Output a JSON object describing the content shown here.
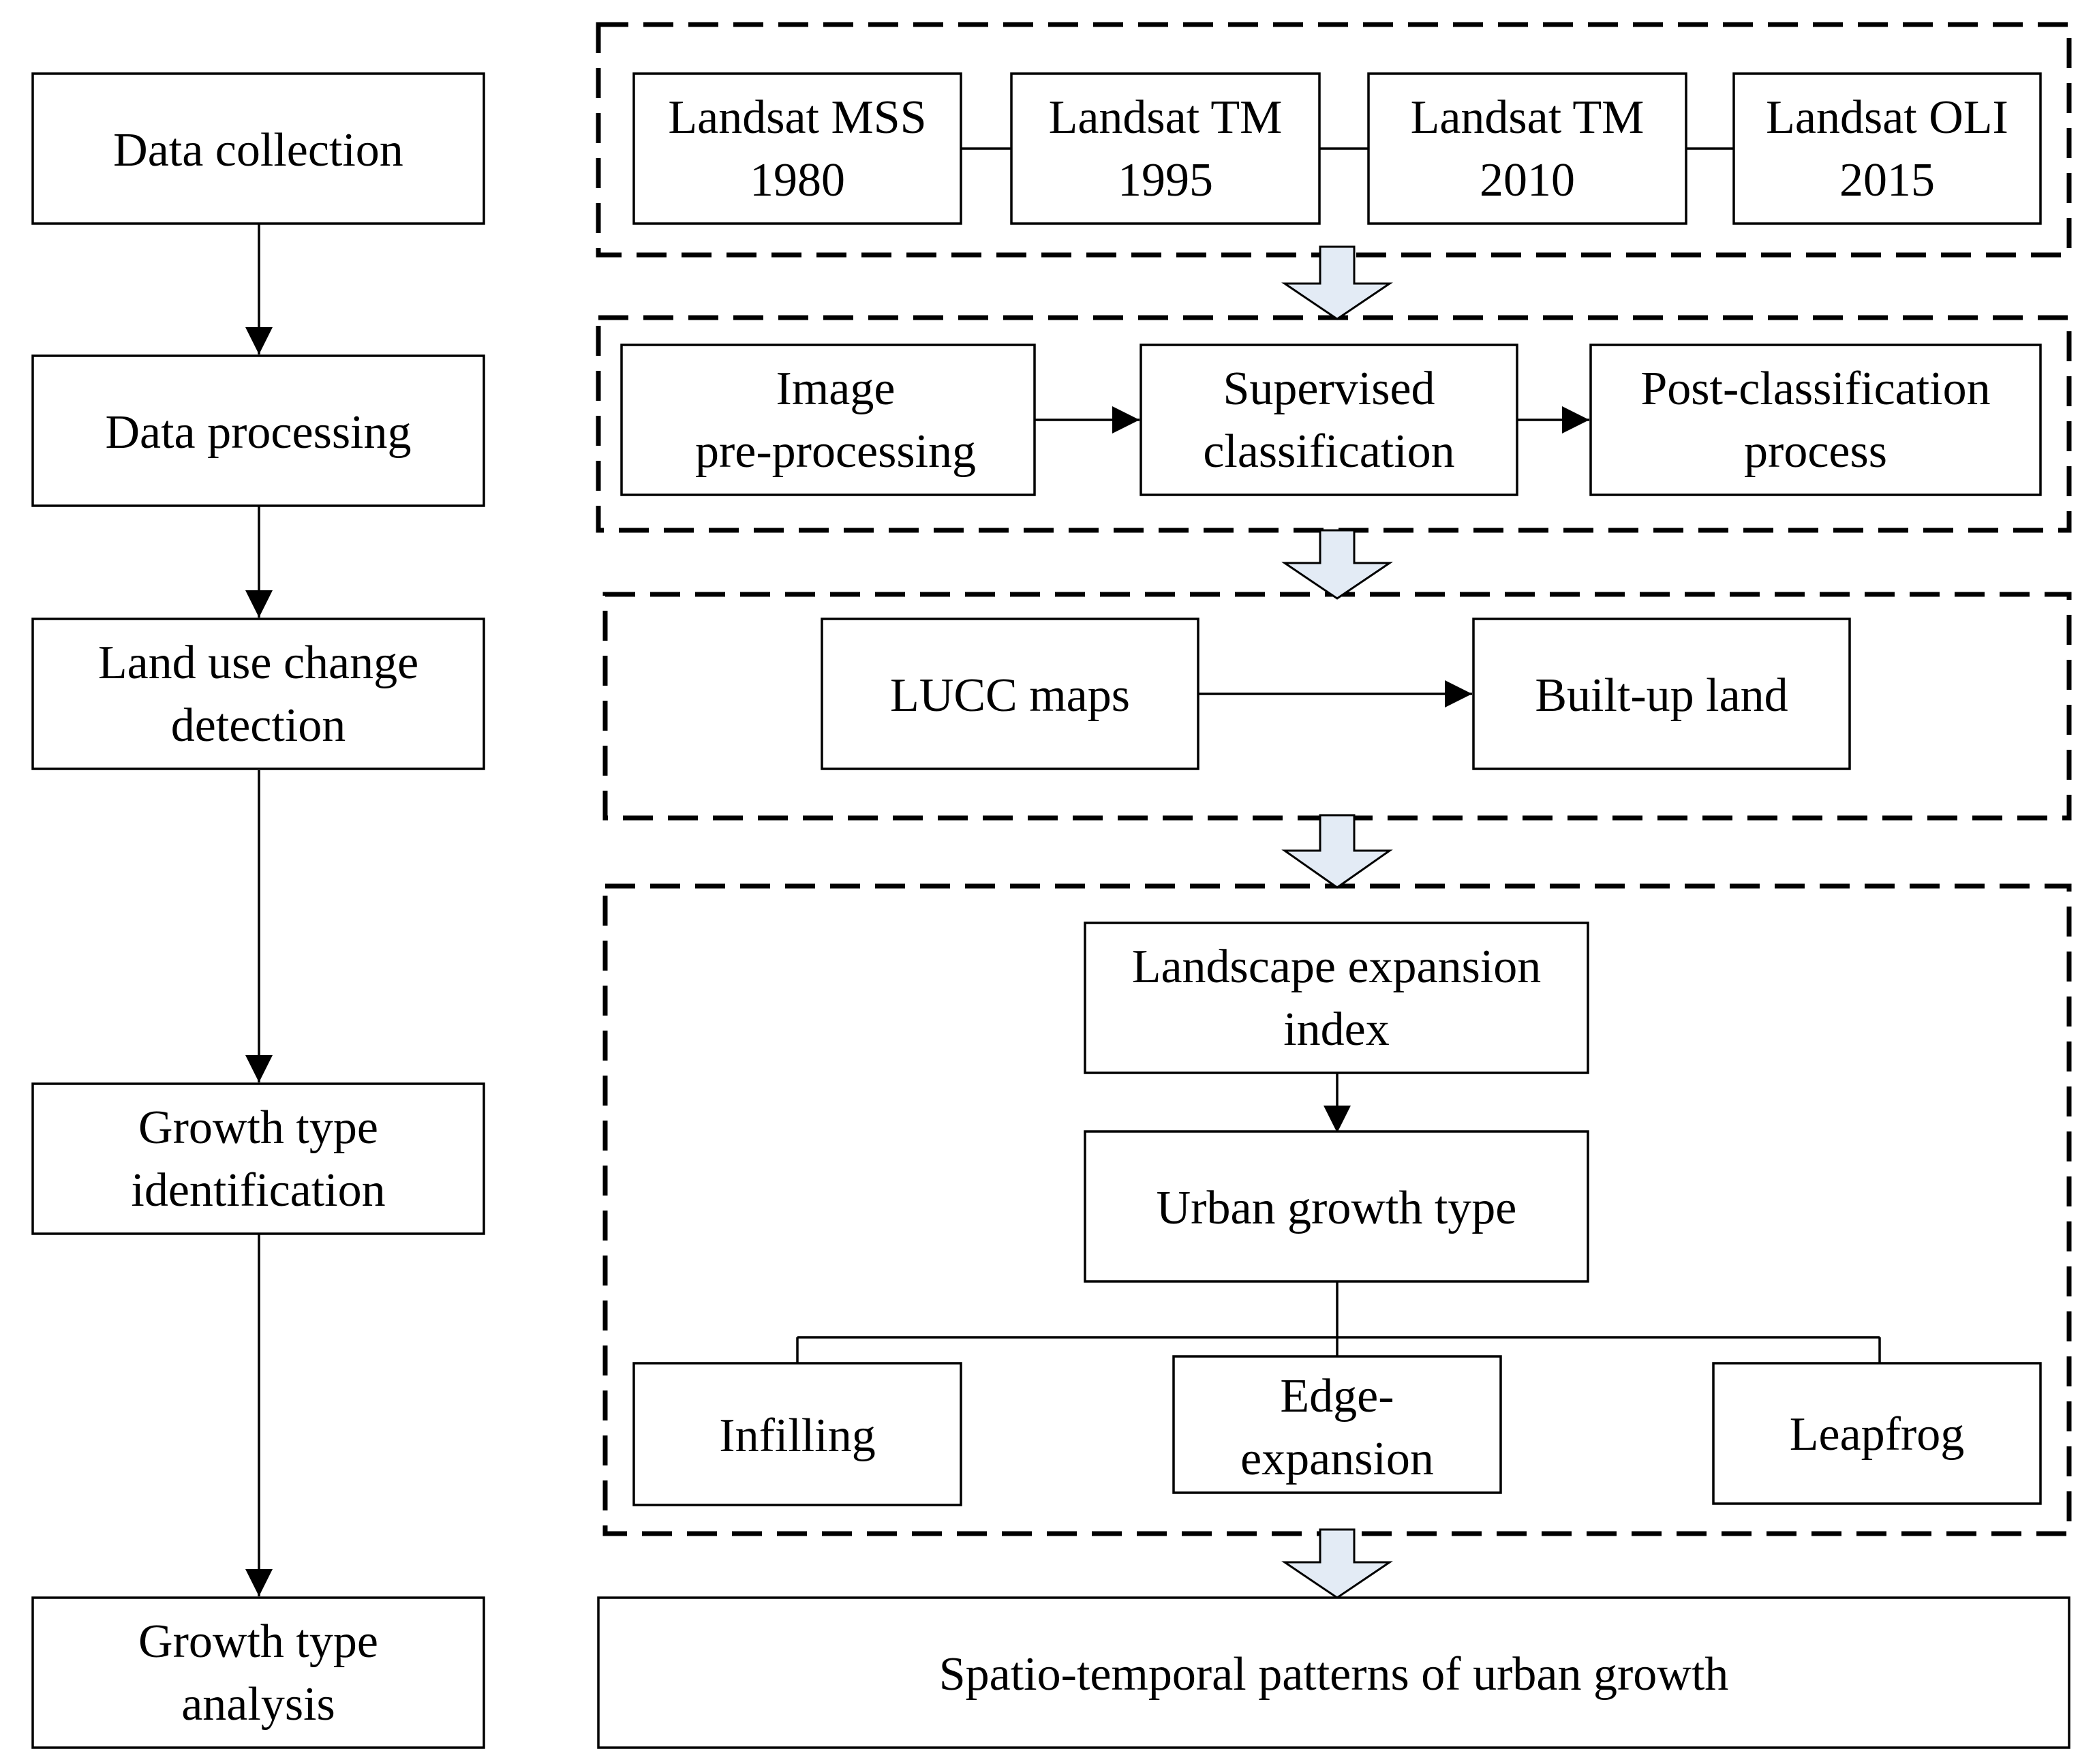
{
  "left_column": {
    "data_collection": "Data collection",
    "data_processing": "Data processing",
    "change_detection": [
      "Land use change",
      "detection"
    ],
    "growth_identification": [
      "Growth type",
      "identification"
    ],
    "growth_analysis": [
      "Growth type",
      "analysis"
    ]
  },
  "collection_group": {
    "landsat_mss": [
      "Landsat MSS",
      "1980"
    ],
    "landsat_tm_1995": [
      "Landsat TM",
      "1995"
    ],
    "landsat_tm_2010": [
      "Landsat TM",
      "2010"
    ],
    "landsat_oli": [
      "Landsat OLI",
      "2015"
    ]
  },
  "processing_group": {
    "image_preprocessing": [
      "Image",
      "pre-processing"
    ],
    "supervised_classification": [
      "Supervised",
      "classification"
    ],
    "post_classification": [
      "Post-classification",
      "process"
    ]
  },
  "detection_group": {
    "lucc_maps": "LUCC maps",
    "built_up_land": "Built-up land"
  },
  "identification_group": {
    "lei": [
      "Landscape expansion",
      "index"
    ],
    "urban_growth_type": "Urban growth type",
    "infilling": "Infilling",
    "edge_expansion": [
      "Edge-",
      "expansion"
    ],
    "leapfrog": "Leapfrog"
  },
  "result": {
    "spatio_temporal": "Spatio-temporal patterns of urban growth"
  }
}
